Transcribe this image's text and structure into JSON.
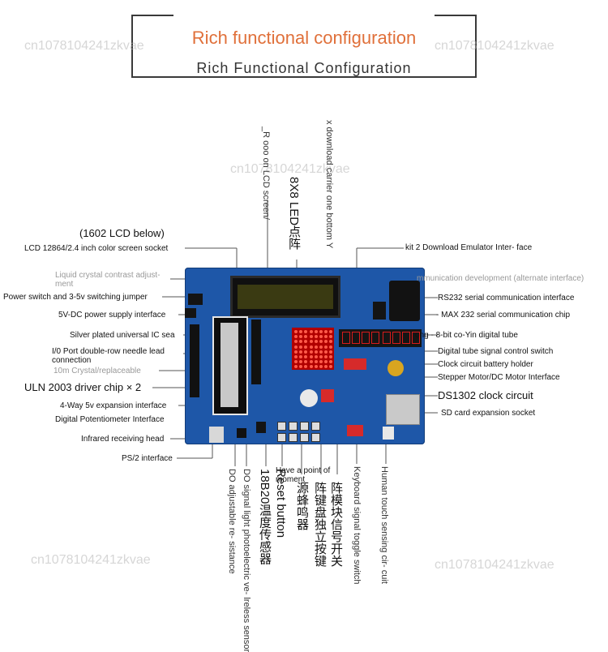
{
  "header": {
    "title": "Rich functional configuration",
    "subtitle": "Rich Functional Configuration"
  },
  "watermark": "cn1078104241zkvae",
  "left_labels": [
    "(1602 LCD below)",
    "LCD 12864/2.4 inch color screen socket",
    "Liquid crystal contrast adjust- ment",
    "Power switch and 3-5v switching jumper",
    "5V-DC power supply interface",
    "Silver plated universal IC sea",
    "I/0 Port double-row needle lead connection",
    "10m Crystal/replaceable",
    "ULN 2003 driver chip × 2",
    "4-Way 5v expansion interface",
    "Digital Potentiometer Interface",
    "Infrared receiving head",
    "PS/2 interface"
  ],
  "right_labels": [
    "kit 2 Download Emulator Inter- face",
    "mmunication development (alternate interface)",
    "RS232 serial communication interface",
    "- MAX 232 serial communication chip",
    "ong - 8-bit co-Yin digital tube",
    "Digital tube signal control switch",
    "Clock circuit battery holder",
    "Stepper Motor/DC Motor Interface",
    "DS1302 clock circuit",
    "SD card expansion socket"
  ],
  "top_vertical_labels": [
    "_R ooo on LCD screen/",
    "8X8 LED点阵",
    "x download carrier one bottom Y"
  ],
  "bottom_vertical_labels": [
    "DO adjustable re- sistance",
    "DO signal light photoelectric ve- lreless sensor",
    "18B20温度传感器",
    "Reset button",
    "Have a point of moment",
    "源蜂鸣器",
    "阵键盘独立按键",
    "阵模块信号开关",
    "Keyboard signal toggle switch",
    "Human touch sensing cir- cuit"
  ],
  "colors": {
    "title": "#e0703a",
    "board": "#1e57a8",
    "leader": "#555555"
  }
}
